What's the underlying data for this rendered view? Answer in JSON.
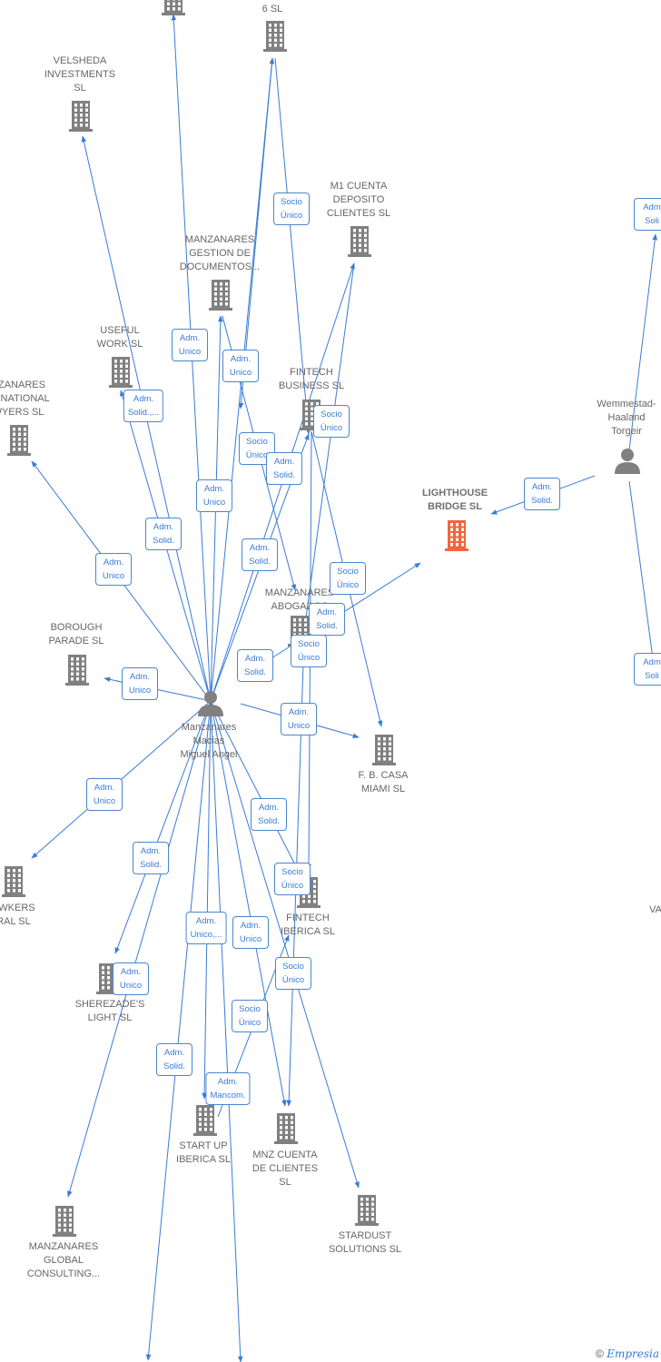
{
  "colors": {
    "edge": "#3a7bd5",
    "node_gray": "#808080",
    "highlight": "#f0663a"
  },
  "companies": [
    {
      "id": "c0",
      "label": "",
      "icon": "building-icon"
    },
    {
      "id": "c1",
      "label": "6  SL",
      "icon": "building-icon"
    },
    {
      "id": "c2",
      "label": "VELSHEDA\nINVESTMENTS\nSL",
      "icon": "building-icon"
    },
    {
      "id": "c3",
      "label": "M1 CUENTA\nDEPOSITO\nCLIENTES  SL",
      "icon": "building-icon"
    },
    {
      "id": "c4",
      "label": "MANZANARES\nGESTION DE\nDOCUMENTOS...",
      "icon": "building-icon"
    },
    {
      "id": "c5",
      "label": "USEFUL\nWORK SL",
      "icon": "building-icon"
    },
    {
      "id": "c6",
      "label": "NZANARES\nERNATIONAL\nWYERS  SL",
      "icon": "building-icon"
    },
    {
      "id": "c7",
      "label": "FINTECH\nBUSINESS  SL",
      "icon": "building-icon"
    },
    {
      "id": "c8",
      "label": "LIGHTHOUSE\nBRIDGE  SL",
      "icon": "building-icon",
      "highlight": true
    },
    {
      "id": "c9",
      "label": "MANZANARES\nABOGADOS",
      "icon": "building-icon"
    },
    {
      "id": "c10",
      "label": "BOROUGH\nPARADE  SL",
      "icon": "building-icon"
    },
    {
      "id": "c11",
      "label": "F. B. CASA\nMIAMI  SL",
      "icon": "building-icon"
    },
    {
      "id": "c12",
      "label": "AWKERS\nRAL  SL",
      "icon": "building-icon"
    },
    {
      "id": "c13",
      "label": "FINTECH\nIBERICA  SL",
      "icon": "building-icon"
    },
    {
      "id": "c14",
      "label": "SHEREZADE'S\nLIGHT SL",
      "icon": "building-icon"
    },
    {
      "id": "c15",
      "label": "START UP\nIBERICA  SL",
      "icon": "building-icon"
    },
    {
      "id": "c16",
      "label": "MNZ CUENTA\nDE CLIENTES\nSL",
      "icon": "building-icon"
    },
    {
      "id": "c17",
      "label": "STARDUST\nSOLUTIONS SL",
      "icon": "building-icon"
    },
    {
      "id": "c18",
      "label": "MANZANARES\nGLOBAL\nCONSULTING...",
      "icon": "building-icon"
    },
    {
      "id": "c19",
      "label": "VA",
      "icon": ""
    }
  ],
  "people": [
    {
      "id": "p0",
      "label": "Manzanares\nMacias\nMiguel Angel",
      "icon": "person-icon"
    },
    {
      "id": "p1",
      "label": "Wemmestad-\nHaaland\nTorgeir",
      "icon": "person-icon"
    }
  ],
  "relations": [
    {
      "label": "Socio\nÚnico"
    },
    {
      "label": "Adm.\nUnico"
    },
    {
      "label": "Adm.\nUnico"
    },
    {
      "label": "Adm.\nSolid.,..."
    },
    {
      "label": "Socio\nÚnico"
    },
    {
      "label": "Socio\nÚnico"
    },
    {
      "label": "Adm.\nSolid."
    },
    {
      "label": "Adm.\nUnico"
    },
    {
      "label": "Adm.\nSolid."
    },
    {
      "label": "Adm.\nUnico"
    },
    {
      "label": "Adm.\nSolid."
    },
    {
      "label": "Socio\nÚnico"
    },
    {
      "label": "Adm.\nSolid."
    },
    {
      "label": "Adm.\nSolid."
    },
    {
      "label": "Socio\nÚnico"
    },
    {
      "label": "Adm.\nUnico"
    },
    {
      "label": "Adm.\nUnico"
    },
    {
      "label": "Adm.\nUnico"
    },
    {
      "label": "Adm.\nSolid."
    },
    {
      "label": "Adm.\nSolid."
    },
    {
      "label": "Socio\nÚnico"
    },
    {
      "label": "Adm.\nUnico"
    },
    {
      "label": "Adm.\nUnico,..."
    },
    {
      "label": "Adm.\nUnico"
    },
    {
      "label": "Socio\nÚnico"
    },
    {
      "label": "Socio\nÚnico"
    },
    {
      "label": "Adm.\nSolid."
    },
    {
      "label": "Adm.\nMancom."
    },
    {
      "label": "Adm.\nSolid."
    },
    {
      "label": "Adm\nSoli"
    },
    {
      "label": "Adm\nSoli"
    }
  ],
  "footer": {
    "copyright": "©",
    "brand": "Empresia"
  }
}
